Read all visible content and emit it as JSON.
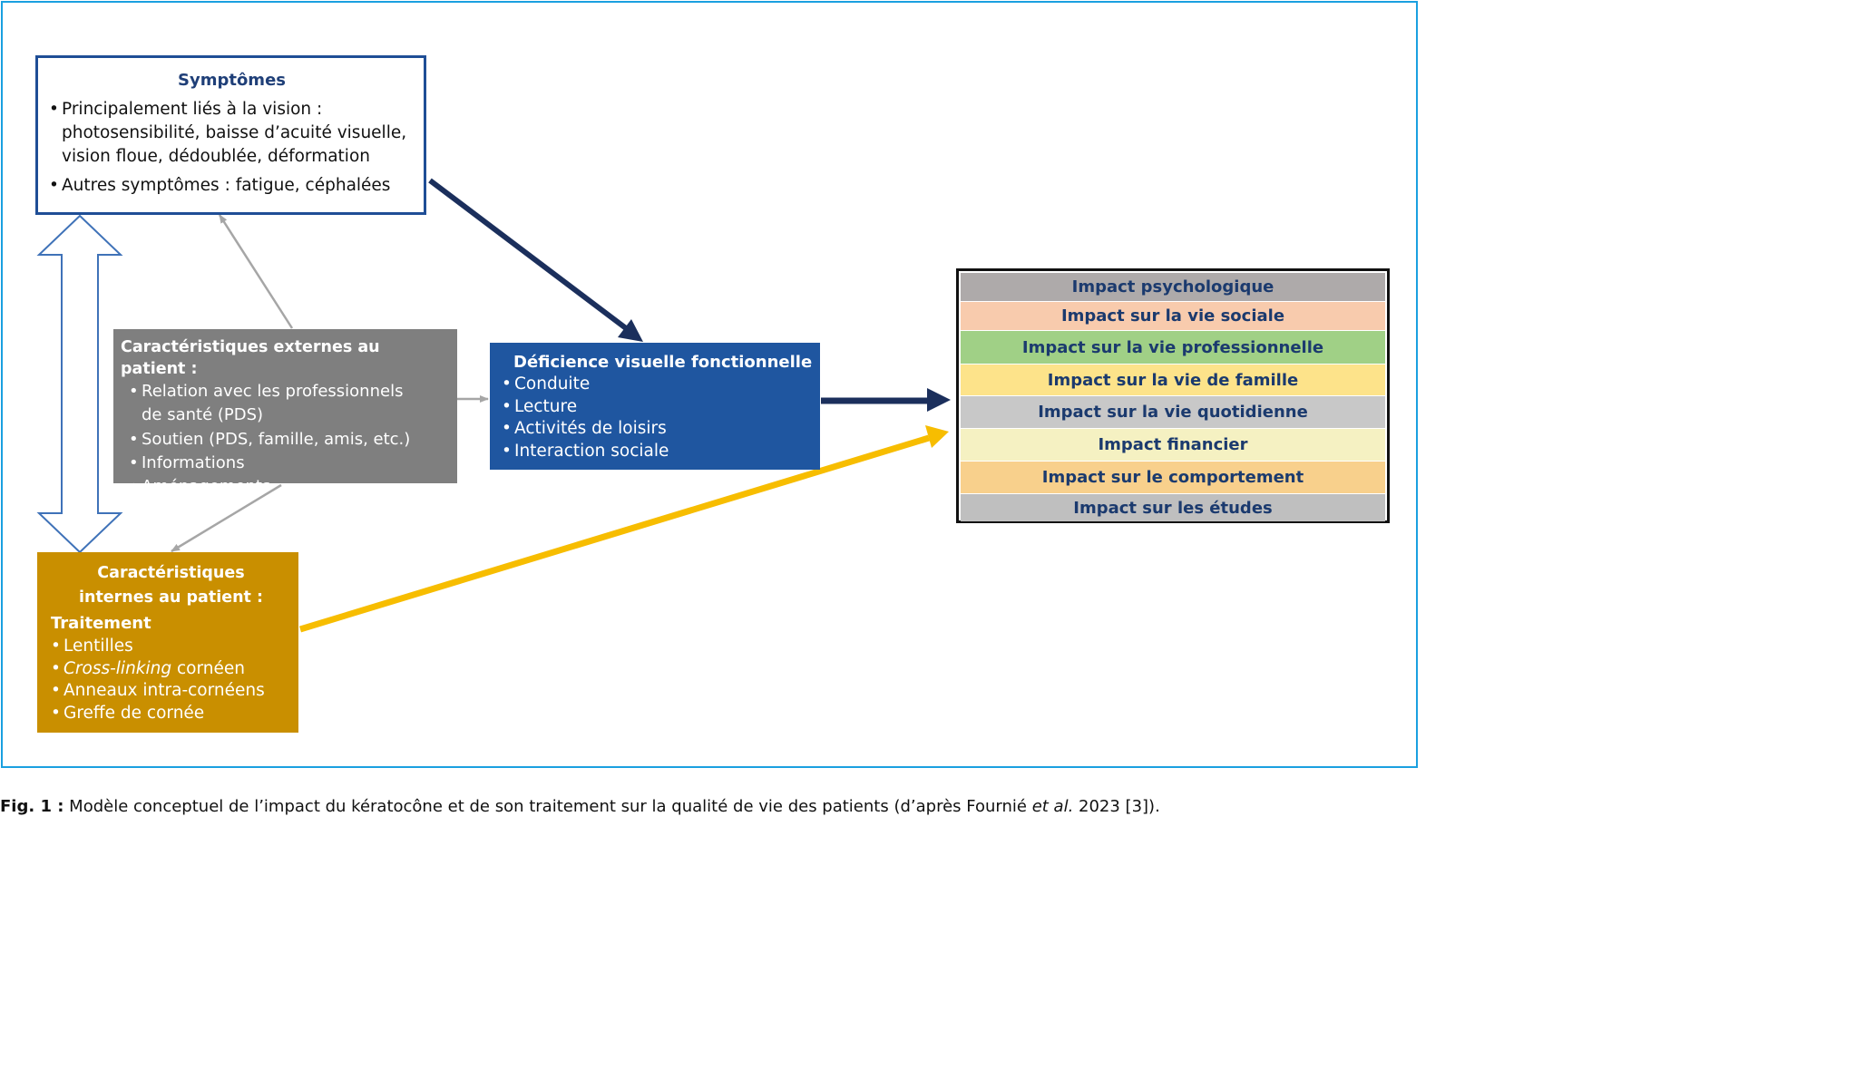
{
  "symptoms": {
    "title": "Symptômes",
    "items": [
      [
        "Principalement liés à la vision :",
        "photosensibilité, baisse d’acuité visuelle,",
        "vision floue, dédoublée, déformation"
      ],
      [
        "Autres symptômes : fatigue, céphalées"
      ]
    ]
  },
  "external": {
    "title": "Caractéristiques externes au patient :",
    "items": [
      [
        "Relation avec les professionnels",
        "de santé (PDS)"
      ],
      [
        "Soutien (PDS, famille, amis, etc.)"
      ],
      [
        "Informations"
      ],
      [
        "Aménagements"
      ]
    ]
  },
  "deficiency": {
    "title": "Déficience visuelle fonctionnelle",
    "items": [
      "Conduite",
      "Lecture",
      "Activités de loisirs",
      "Interaction sociale"
    ]
  },
  "internal": {
    "title_lines": [
      "Caractéristiques",
      "internes au patient :"
    ],
    "subtitle": "Traitement",
    "items": [
      {
        "italic": "",
        "text": "Lentilles"
      },
      {
        "italic": "Cross-linking",
        "text": " cornéen"
      },
      {
        "italic": "",
        "text": "Anneaux intra-cornéens"
      },
      {
        "italic": "",
        "text": "Greffe de cornée"
      }
    ]
  },
  "impacts": [
    {
      "label": "Impact psychologique",
      "color": "#aeaaaa"
    },
    {
      "label": "Impact sur la vie sociale",
      "color": "#f8cbad"
    },
    {
      "label": "Impact sur la vie professionnelle",
      "color": "#a0d086"
    },
    {
      "label": "Impact sur la vie de famille",
      "color": "#fde38a"
    },
    {
      "label": "Impact sur la vie quotidienne",
      "color": "#c8c8c8"
    },
    {
      "label": "Impact financier",
      "color": "#f5f1c2"
    },
    {
      "label": "Impact sur le comportement",
      "color": "#f8d08c"
    },
    {
      "label": "Impact sur les études",
      "color": "#bfbfbf"
    }
  ],
  "caption": {
    "label": "Fig. 1 :",
    "text_before": " Modèle conceptuel de l’impact du kératocône et de son traitement sur la qualité de vie des patients (d’après Fournié ",
    "italic": "et al.",
    "text_after": " 2023 [3])."
  },
  "colors": {
    "frame": "#1aa0e0",
    "navy_arrow": "#1b2f5c",
    "yellow_arrow": "#f7bd00",
    "gray_arrow": "#a6a6a6",
    "outline_arrow": "#3f72b8"
  }
}
